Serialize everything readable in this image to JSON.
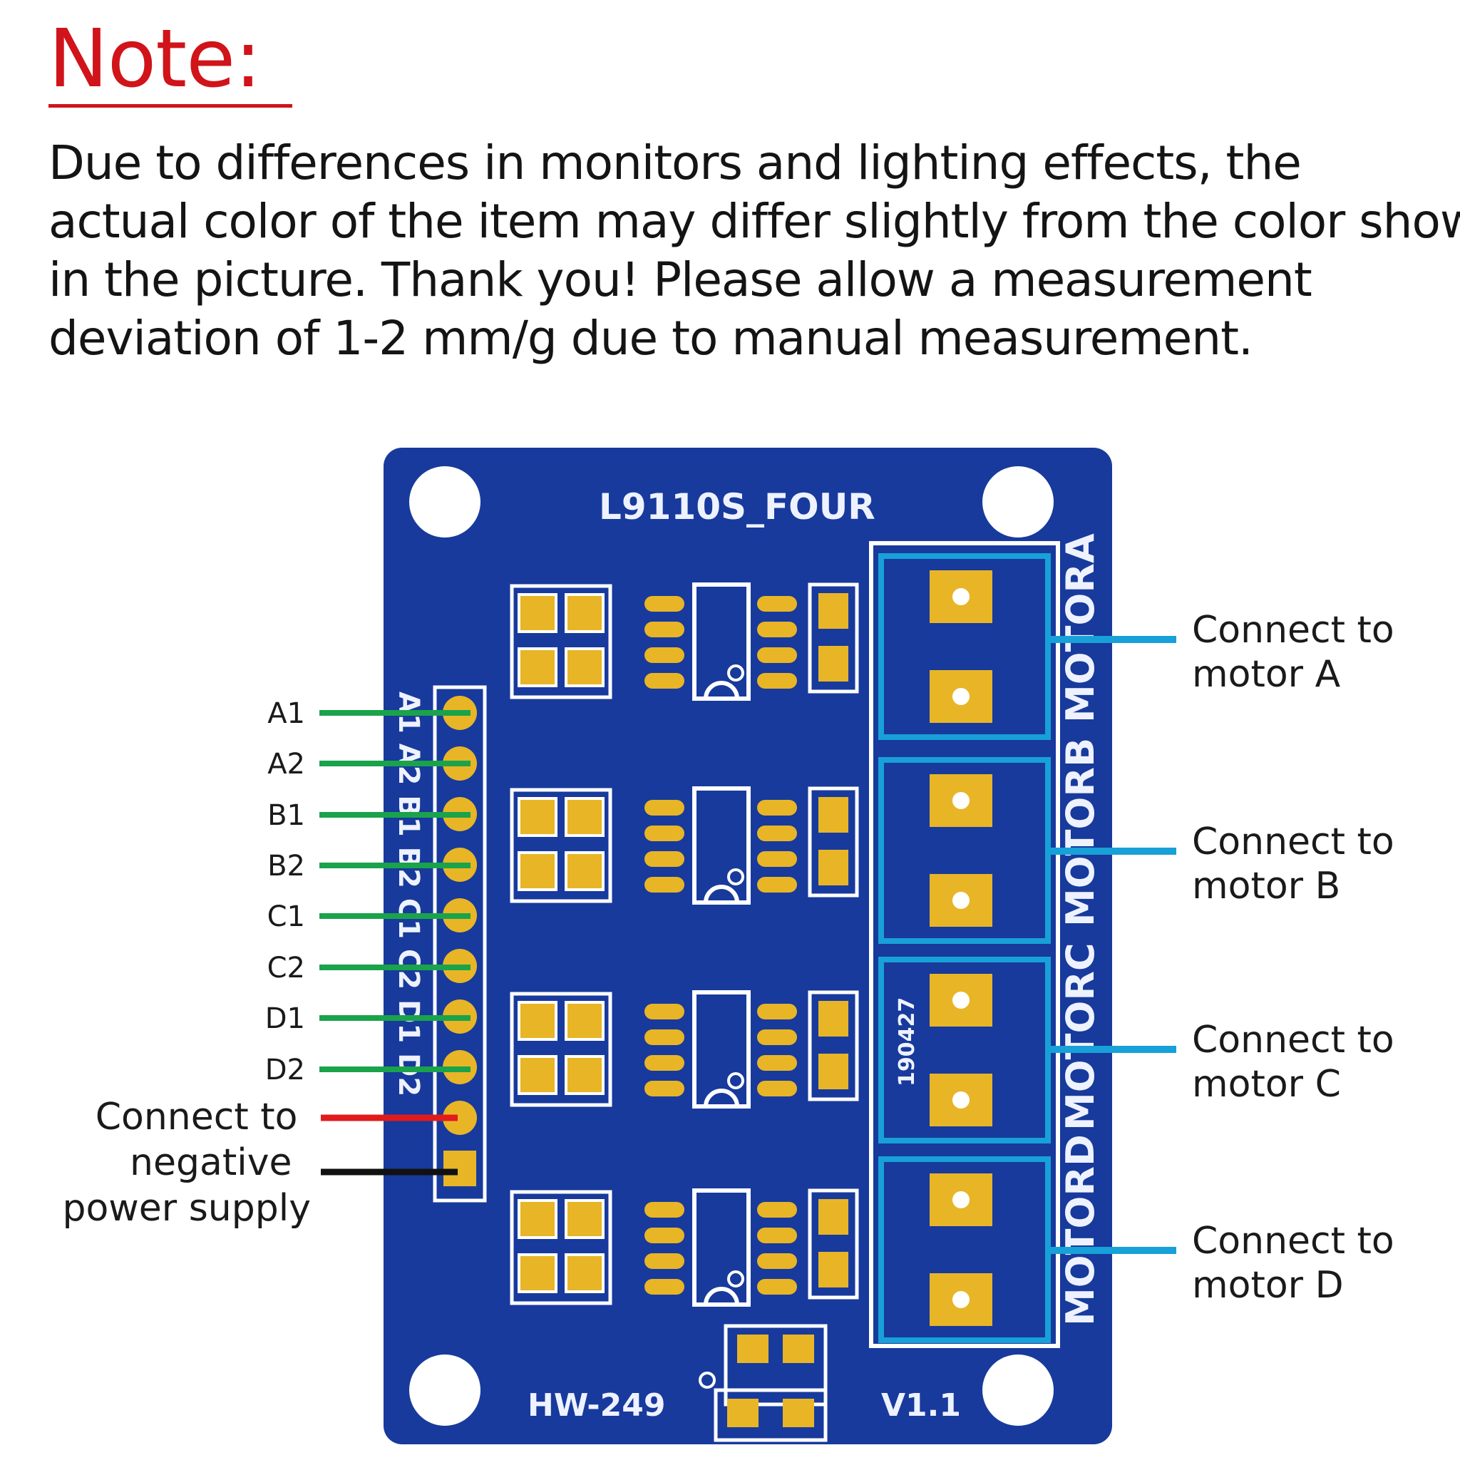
{
  "note": {
    "title": "Note:",
    "lines": [
      "Due to differences in monitors and lighting effects, the",
      "actual color of the item may differ slightly from the color shown",
      "in the picture. Thank you! Please allow a measurement",
      "deviation of 1-2 mm/g due to manual measurement."
    ]
  },
  "board": {
    "title": "L9110S_FOUR",
    "model": "HW-249",
    "version": "V1.1",
    "date_code": "190427",
    "silk_pins": "A1 A2 B1 B2 C1 C2 D1 D2",
    "pcb_color": "#173a9c",
    "pad_color": "#e8b527",
    "terminal_labels": [
      "MOTORA",
      "MOTORB",
      "MOTORC",
      "MOTORD"
    ]
  },
  "pins": [
    "A1",
    "A2",
    "B1",
    "B2",
    "C1",
    "C2",
    "D1",
    "D2"
  ],
  "power_label": [
    "Connect to",
    "negative",
    "power supply"
  ],
  "motor_labels": [
    [
      "Connect to",
      "motor A"
    ],
    [
      "Connect to",
      "motor B"
    ],
    [
      "Connect to",
      "motor C"
    ],
    [
      "Connect to",
      "motor D"
    ]
  ],
  "wire_colors": {
    "signal": "#1aa34a",
    "positive": "#e11b1b",
    "negative": "#111111",
    "motor": "#18a0d8"
  }
}
